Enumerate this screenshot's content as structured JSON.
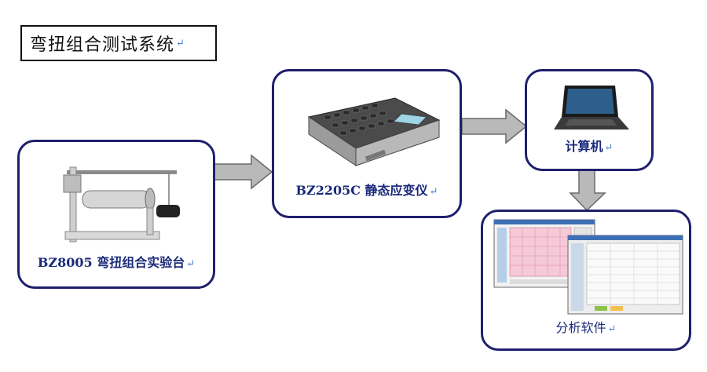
{
  "title": "弯扭组合测试系统",
  "nodes": {
    "bench": {
      "label": "BZ8005 弯扭组合实验台"
    },
    "strain": {
      "label": "BZ2205C 静态应变仪"
    },
    "pc": {
      "label": "计算机"
    },
    "software": {
      "label": "分析软件"
    }
  },
  "paragraph_mark": "↵",
  "colors": {
    "border": "#1f1f6e",
    "label": "#1a2a7a",
    "arrow_fill": "#b9b9b9",
    "arrow_stroke": "#6a6a6a"
  }
}
